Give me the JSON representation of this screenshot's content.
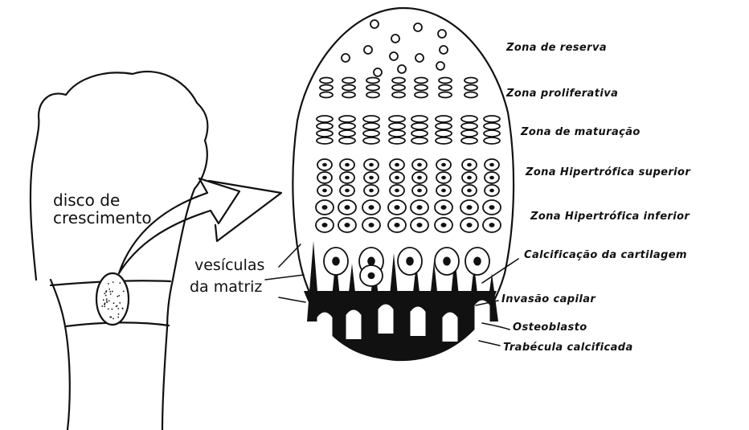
{
  "labels": {
    "disco": "disco de",
    "crescimento": "crescimento",
    "vesiculas": "vesículas",
    "matriz": "da matriz",
    "zona_reserva": "Zona de reserva",
    "zona_proliferativa": "Zona proliferativa",
    "zona_maturacao": "Zona de maturação",
    "hipertrofica_superior": "Zona Hipertrófica superior",
    "hipertrofica_inferior": "Zona Hipertrófica inferior",
    "calcificacao": "Calcificação da cartilagem",
    "invasao": "Invasão capilar",
    "osteoblasto": "Osteoblasto",
    "trabecula": "Trabécula calcificada"
  },
  "colors": {
    "ink": "#111111",
    "background": "#ffffff"
  }
}
